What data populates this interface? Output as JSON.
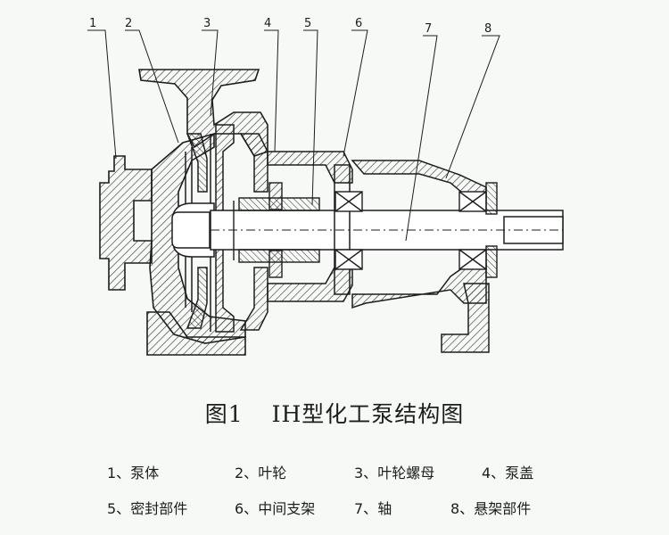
{
  "callouts": [
    "1",
    "2",
    "3",
    "4",
    "5",
    "6",
    "7",
    "8"
  ],
  "caption": {
    "figure": "图1",
    "title": "IH型化工泵结构图"
  },
  "legend": [
    [
      {
        "num": "1、",
        "label": "泵体"
      },
      {
        "num": "2、",
        "label": "叶轮"
      },
      {
        "num": "3、",
        "label": "叶轮螺母"
      },
      {
        "num": "4、",
        "label": "泵盖"
      }
    ],
    [
      {
        "num": "5、",
        "label": "密封部件"
      },
      {
        "num": "6、",
        "label": "中间支架"
      },
      {
        "num": "7、",
        "label": "轴"
      },
      {
        "num": "8、",
        "label": "悬架部件"
      }
    ]
  ]
}
